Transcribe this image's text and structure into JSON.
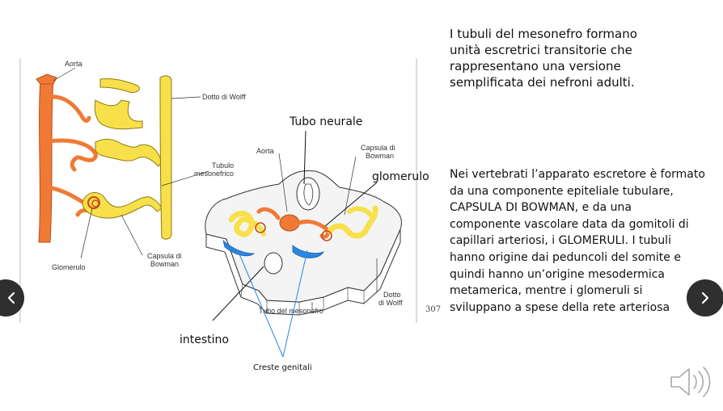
{
  "slide": {
    "intro_text": "I tubuli del mesonefro formano\nunità escretrici transitorie che\nrappresentano una versione\nsemplificata dei nefroni adulti.",
    "body_text": "Nei vertebrati l’apparato escretore è formato\nda una componente epiteliale tubulare,\nCAPSULA DI BOWMAN, e da una\ncomponente vascolare data da gomitoli di\ncapillari arteriosi, i GLOMERULI. I tubuli\nhanno origine dai peduncoli del somite e\nquindi hanno un’origine mesodermica\nmetamerica, mentre i glomeruli si\nsviluppano a spese della rete arteriosa"
  },
  "figure": {
    "left": {
      "aorta": "Aorta",
      "dotto_wolff": "Dotto di Wolff",
      "tubulo_1": "Tubulo",
      "tubulo_2": "mesonefrico",
      "capsula_1": "Capsula di",
      "capsula_2": "Bowman",
      "glomerulo": "Glomerulo"
    },
    "right": {
      "aorta": "Aorta",
      "capsula_1": "Capsula di",
      "capsula_2": "Bowman",
      "dotto_1": "Dotto",
      "dotto_2": "di Wolff",
      "tubo_mesonefro": "Tubo del mesonefro",
      "page_number": "307"
    },
    "annotations": {
      "tubo_neurale": "Tubo neurale",
      "glomerulo": "glomerulo",
      "intestino": "intestino",
      "creste_genitali": "Creste genitali"
    }
  },
  "controls": {
    "prev_icon": "chevron-left-icon",
    "next_icon": "chevron-right-icon",
    "audio_icon": "speaker-icon"
  },
  "colors": {
    "aorta": "#f07a35",
    "tubule": "#f7e04a",
    "crest": "#2a86e0",
    "nav_bg": "#2f2f2f"
  }
}
